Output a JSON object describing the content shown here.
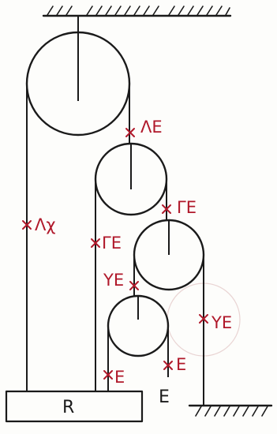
{
  "labels": {
    "rope_top_small": "ΛE",
    "left_rope": "Λχ",
    "mid_left": "ΓE",
    "mid_right": "ΓE",
    "third": "ΥE",
    "right_rope": "ΥE",
    "bottom_left": "E",
    "bottom_right": "E",
    "free_end": "E",
    "block": "R"
  }
}
